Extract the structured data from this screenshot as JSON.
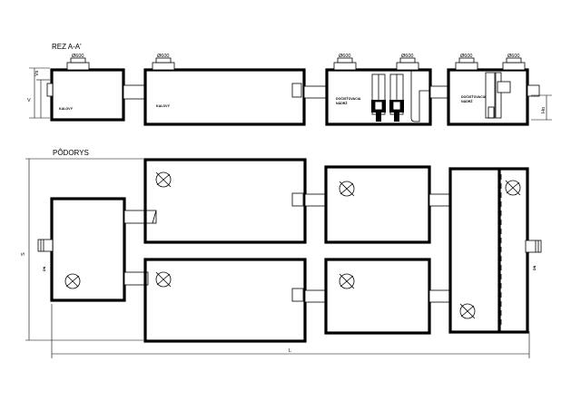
{
  "section": {
    "title": "REZ  A-A'",
    "cover_dim": "Ø600",
    "tank_labels": {
      "t1": "KALOVÝ",
      "t2": "KALOVÝ",
      "t3_line1": "DOČISŤOVACIA",
      "t3_line2": "NÁDRŽ",
      "t4_line1": "DOČISŤOVACIA",
      "t4_line2": "NÁDRŽ"
    },
    "dim_v": "V",
    "dim_vs": "Vs",
    "dim_ho": "Ho"
  },
  "plan": {
    "title": "PÔDORYS",
    "dim_length": "L",
    "dim_width": "S",
    "pipe_label": "DN"
  }
}
